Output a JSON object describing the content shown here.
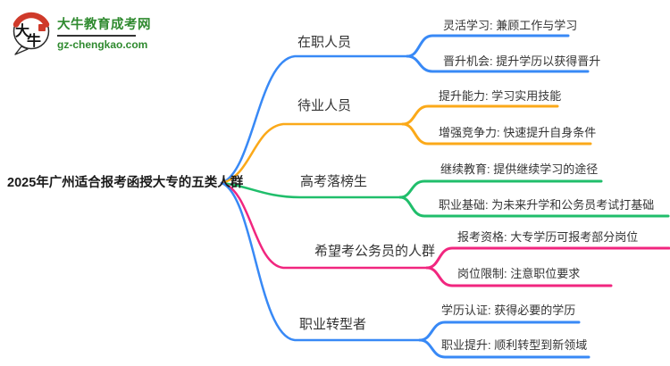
{
  "site": {
    "logo_glyph_1": "大",
    "logo_glyph_2": "牛",
    "title": "大牛教育成考网",
    "domain": "gz-chengkao.com"
  },
  "colors": {
    "blue": "#3889f6",
    "orange": "#fba919",
    "green": "#20be6b",
    "pink": "#f1267f",
    "logo_green": "#2f8a2f",
    "logo_red": "#cf3a2a",
    "text_dark": "#333333"
  },
  "mindmap": {
    "root": "2025年广州适合报考函授大专的五类人群",
    "branches": [
      {
        "label": "在职人员",
        "color": "#3889f6",
        "children": [
          "灵活学习: 兼顾工作与学习",
          "晋升机会: 提升学历以获得晋升"
        ]
      },
      {
        "label": "待业人员",
        "color": "#fba919",
        "children": [
          "提升能力: 学习实用技能",
          "增强竞争力: 快速提升自身条件"
        ]
      },
      {
        "label": "高考落榜生",
        "color": "#20be6b",
        "children": [
          "继续教育: 提供继续学习的途径",
          "职业基础: 为未来升学和公务员考试打基础"
        ]
      },
      {
        "label": "希望考公务员的人群",
        "color": "#f1267f",
        "children": [
          "报考资格: 大专学历可报考部分岗位",
          "岗位限制: 注意职位要求"
        ]
      },
      {
        "label": "职业转型者",
        "color": "#3889f6",
        "children": [
          "学历认证: 获得必要的学历",
          "职业提升: 顺利转型到新领域"
        ]
      }
    ]
  }
}
